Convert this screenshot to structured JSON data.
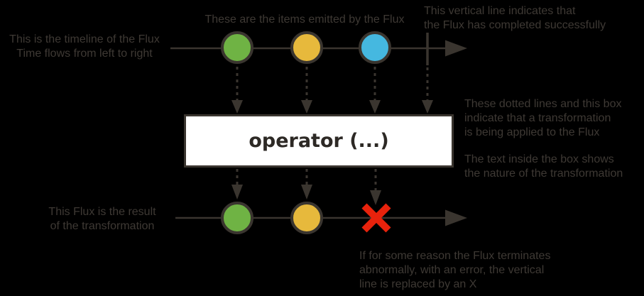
{
  "colors": {
    "background": "#000000",
    "line": "#3a352f",
    "annotation_text": "#3e3934",
    "operator_text": "#2d2925",
    "box_fill": "#ffffff",
    "item_green": "#6fb344",
    "item_yellow": "#e7b93c",
    "item_blue": "#45b8e0",
    "error_red": "#e8220c"
  },
  "annotations": {
    "timeline": "This is the timeline of the Flux\nTime flows from left to right",
    "items": "These are the items emitted by the Flux",
    "complete": "This vertical line indicates that\nthe Flux has completed successfully",
    "transform": "These dotted lines and this box\nindicate that a transformation\nis being applied to the Flux",
    "box_text": "The text inside the box shows\nthe nature of the transformation",
    "result": "This Flux is the result\nof the transformation",
    "error": "If for some reason the Flux terminates\nabnormally, with an error, the vertical\nline is replaced by an X"
  },
  "operator_box": {
    "label": "operator (...)"
  },
  "source_flux": {
    "items": [
      "green",
      "yellow",
      "blue"
    ],
    "terminal": "complete"
  },
  "result_flux": {
    "items": [
      "green",
      "yellow"
    ],
    "terminal": "error"
  }
}
